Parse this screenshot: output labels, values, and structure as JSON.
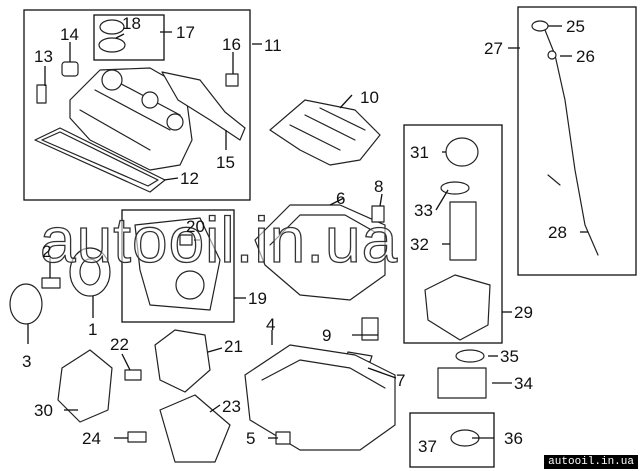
{
  "diagram": {
    "callouts": [
      "1",
      "2",
      "3",
      "4",
      "5",
      "6",
      "7",
      "8",
      "9",
      "10",
      "11",
      "12",
      "13",
      "14",
      "15",
      "16",
      "17",
      "18",
      "19",
      "20",
      "21",
      "22",
      "23",
      "24",
      "25",
      "26",
      "27",
      "28",
      "29",
      "30",
      "31",
      "32",
      "33",
      "34",
      "35",
      "36",
      "37"
    ],
    "watermark": "autooil.in.ua",
    "footer": "autooil.in.ua"
  }
}
